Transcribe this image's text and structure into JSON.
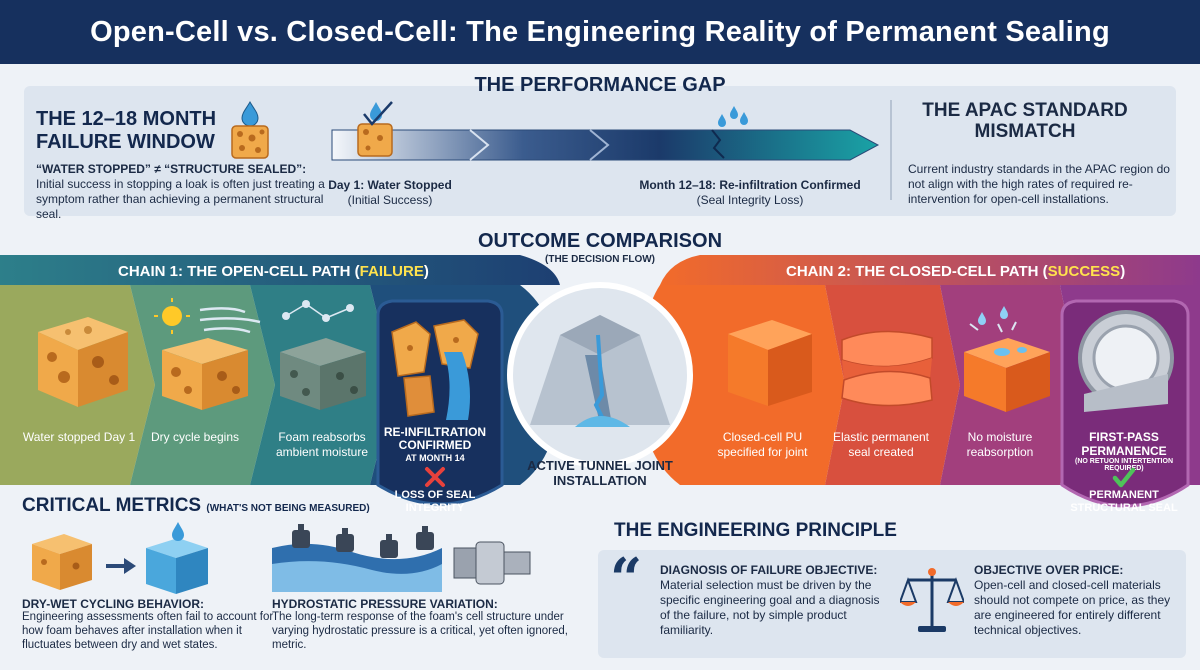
{
  "title": "Open-Cell vs. Closed-Cell: The Engineering Reality of Permanent Sealing",
  "performance_gap": {
    "heading": "THE PERFORMANCE GAP",
    "failure_window": {
      "title": "THE 12–18 MONTH FAILURE WINDOW",
      "lead": "“WATER STOPPED” ≠ “STRUCTURE SEALED”:",
      "text": " Initial success in stopping a loak is often just treating a symptom rather than achieving a permanent structural seal."
    },
    "timeline": {
      "start_label": "Day 1: Water Stopped",
      "start_sub": "(Initial Success)",
      "end_label": "Month 12–18: Re-infiltration Confirmed",
      "end_sub": "(Seal Integrity Loss)"
    },
    "apac": {
      "title": "THE APAC STANDARD MISMATCH",
      "text": "Current industry standards in the APAC region do not align with the high rates of required re-intervention for open-cell installations."
    }
  },
  "outcome": {
    "heading": "OUTCOME COMPARISON",
    "subheading": "(THE DECISION FLOW)",
    "chain1": {
      "title_main": "CHAIN 1: THE OPEN-CELL PATH (",
      "title_hl": "FAILURE",
      "title_end": ")",
      "steps": [
        "Water stopped Day 1",
        "Dry cycle begins",
        "Foam reabsorbs ambient moisture"
      ],
      "final": {
        "title": "RE-INFILTRATION CONFIRMED",
        "month": "AT MONTH 14",
        "loss": "LOSS OF SEAL INTEGRITY"
      }
    },
    "center_label": "ACTIVE TUNNEL JOINT INSTALLATION",
    "chain2": {
      "title_main": "CHAIN 2: THE CLOSED-CELL PATH (",
      "title_hl": "SUCCESS",
      "title_end": ")",
      "steps": [
        "Closed-cell PU specified for joint",
        "Elastic permanent seal created",
        "No moisture reabsorption"
      ],
      "final": {
        "title": "FIRST-PASS PERMANENCE",
        "note": "(NO RETUON INTERTENTION REQUIRED)",
        "seal": "PERMANENT STRUCTURAL SEAL"
      }
    }
  },
  "critical_metrics": {
    "heading": "CRITICAL METRICS",
    "heading_sub": "(WHAT'S NOT BEING MEASURED)",
    "items": [
      {
        "title": "DRY-WET CYCLING BEHAVIOR:",
        "text": "Engineering assessments often fail to account for how foam behaves after installation when it fluctuates between dry and wet states."
      },
      {
        "title": "HYDROSTATIC PRESSURE VARIATION:",
        "text": "The long-term response of the foam's cell structure under varying hydrostatic pressure is a critical, yet often ignored, metric."
      }
    ]
  },
  "principle": {
    "heading": "THE ENGINEERING PRINCIPLE",
    "quote_mark": "“",
    "items": [
      {
        "title": "DIAGNOSIS OF FAILURE OBJECTIVE:",
        "text": "Material selection must be driven by the specific engineering goal and a diagnosis of the failure, not by simple product familiarity."
      },
      {
        "title": "OBJECTIVE OVER PRICE:",
        "text": "Open-cell and closed-cell materials should not compete on price, as they are engineered for entirely different technical objectives."
      }
    ]
  },
  "colors": {
    "navy": "#16305e",
    "open_green": "#9aa95d",
    "open_teal": "#2f7f86",
    "open_blue": "#1f4f7c",
    "closed_orange": "#f26b2a",
    "closed_purple": "#8e3a8c",
    "foam_orange": "#f0a94a"
  }
}
